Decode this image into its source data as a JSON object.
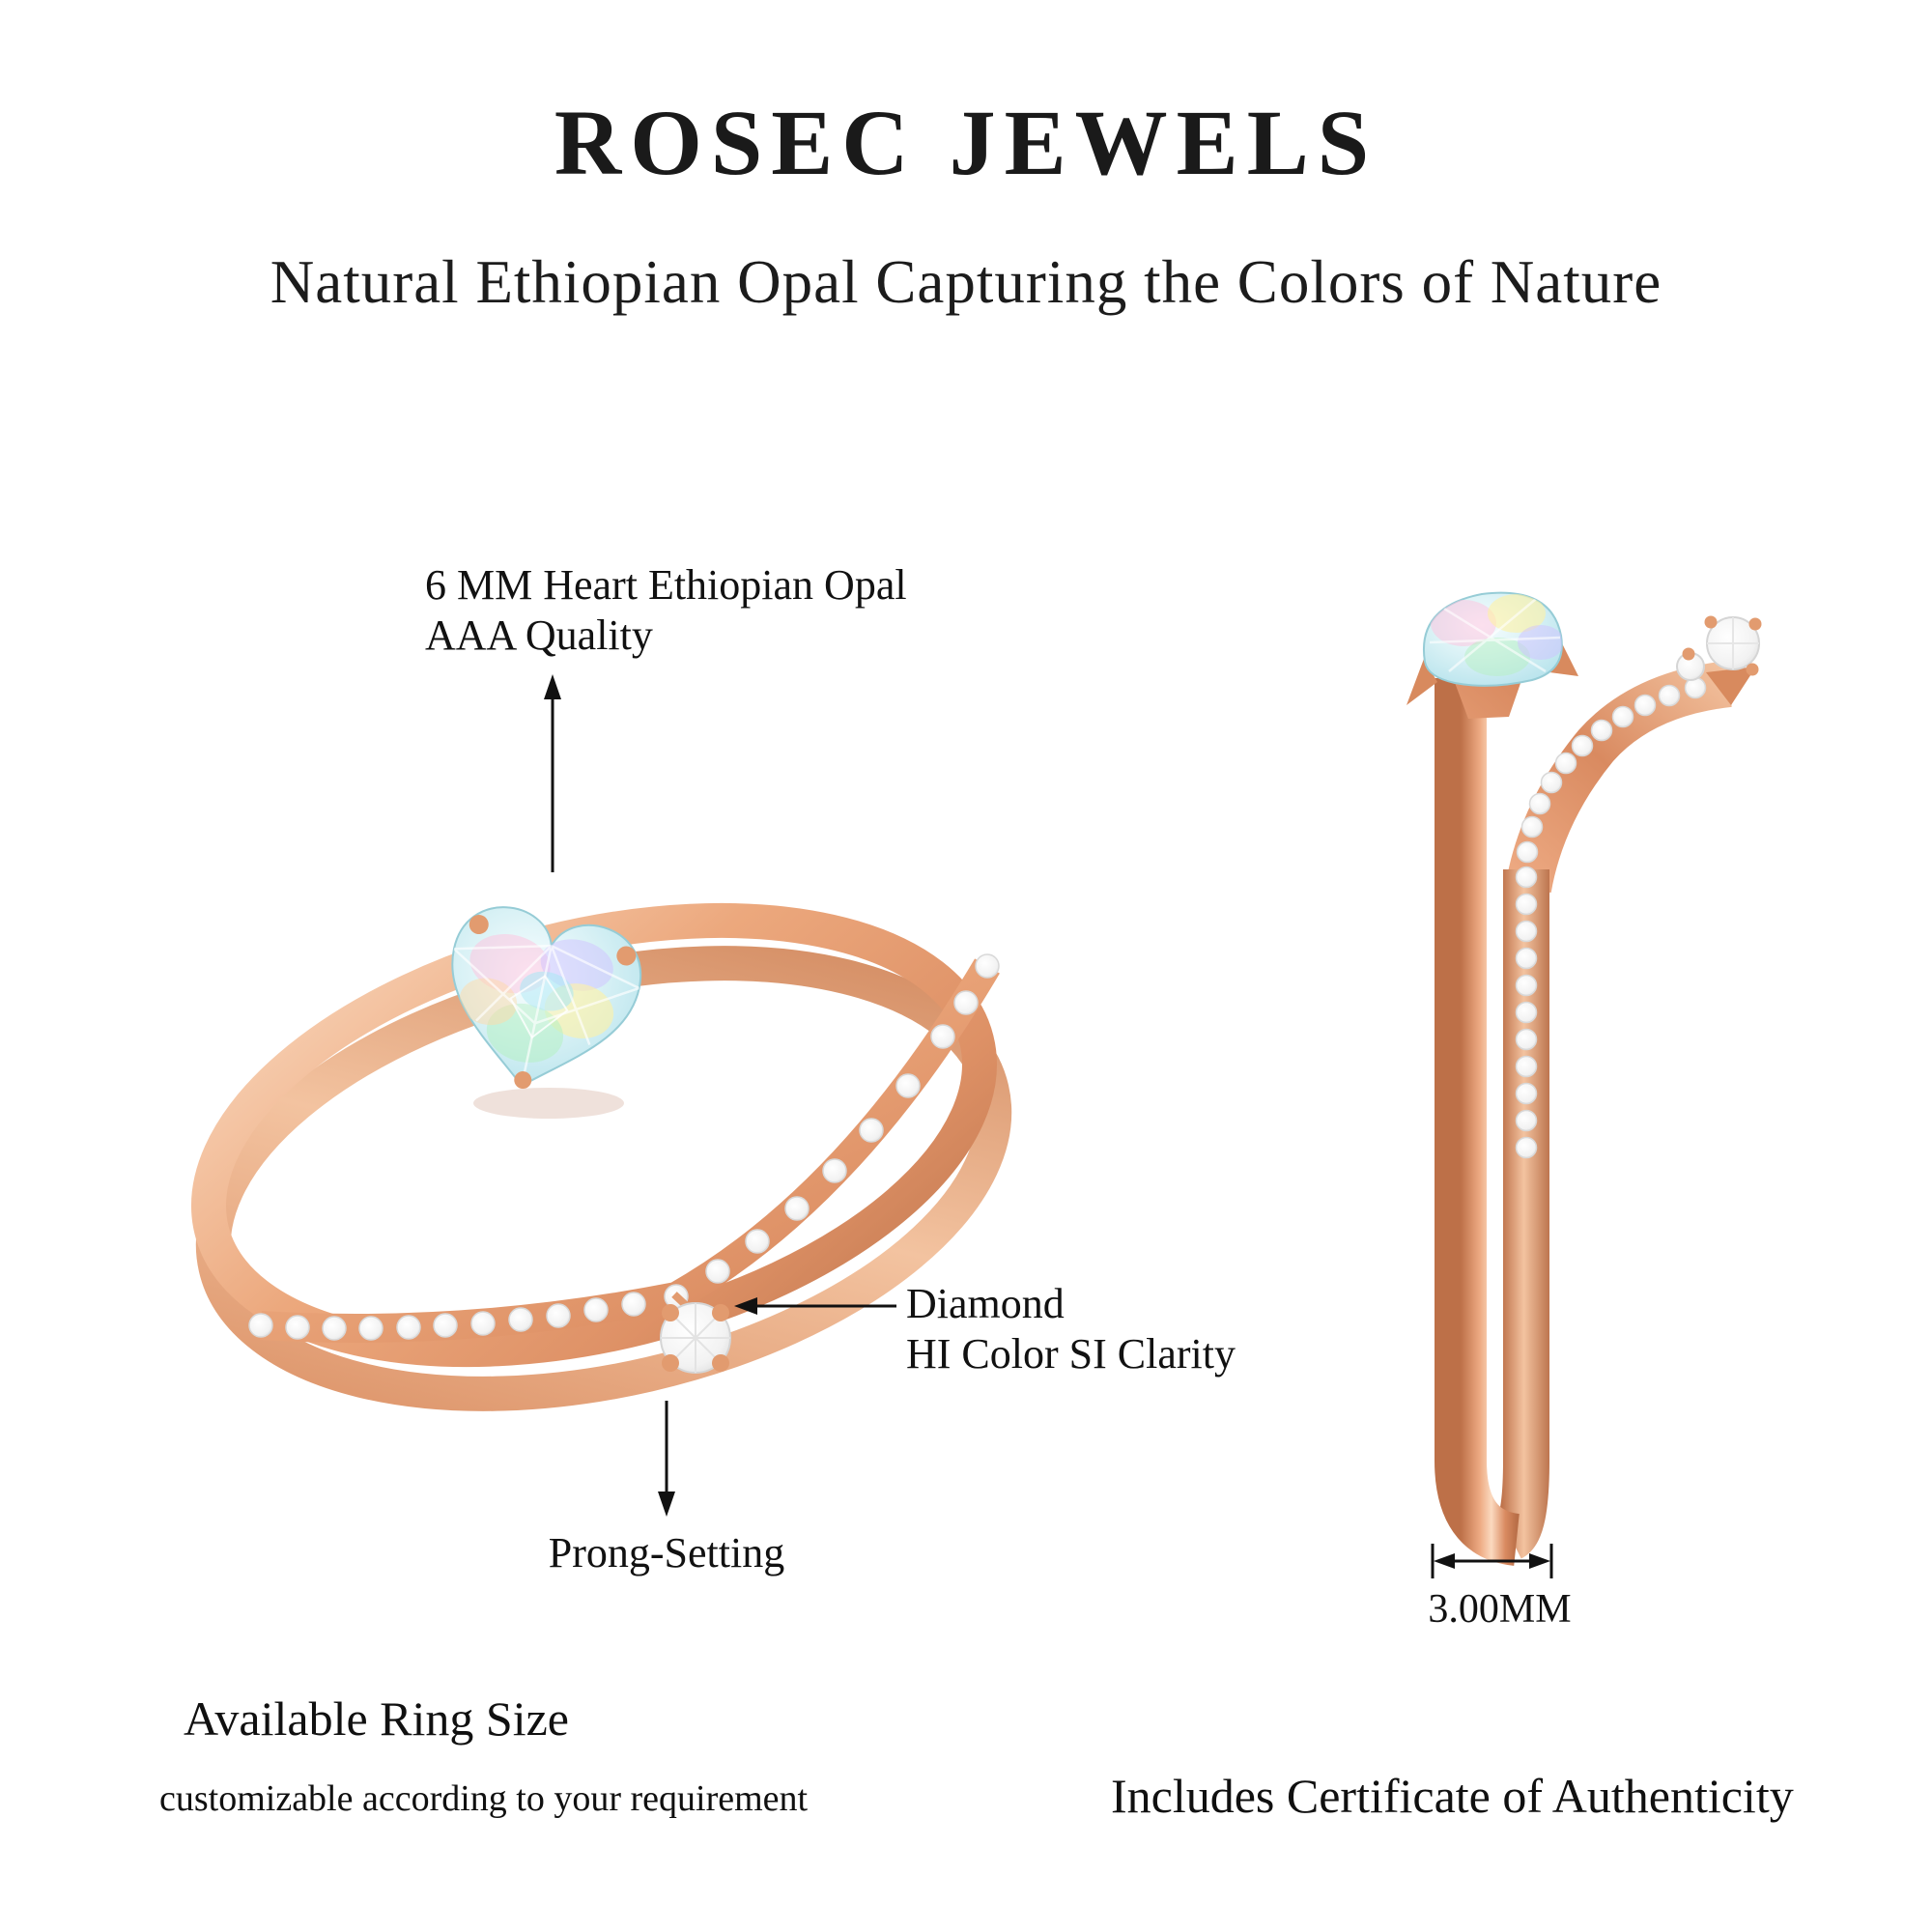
{
  "header": {
    "brand": "ROSEC JEWELS",
    "tagline": "Natural Ethiopian Opal Capturing the Colors of Nature"
  },
  "callouts": {
    "opal_line1": "6 MM Heart Ethiopian Opal",
    "opal_line2": "AAA Quality",
    "diamond_line1": "Diamond",
    "diamond_line2": "HI Color SI Clarity",
    "prong": "Prong-Setting",
    "band_width": "3.00MM"
  },
  "footer": {
    "ring_size_title": "Available Ring Size",
    "ring_size_note": "customizable according to your requirement",
    "certificate": "Includes Certificate of Authenticity"
  },
  "colors": {
    "rose_gold": "#e8a077",
    "rose_gold_light": "#f9d4b8",
    "rose_gold_dark": "#c4764f",
    "opal_base": "#cfeef2",
    "diamond_white": "#ffffff",
    "text": "#141414",
    "background": "#ffffff"
  }
}
